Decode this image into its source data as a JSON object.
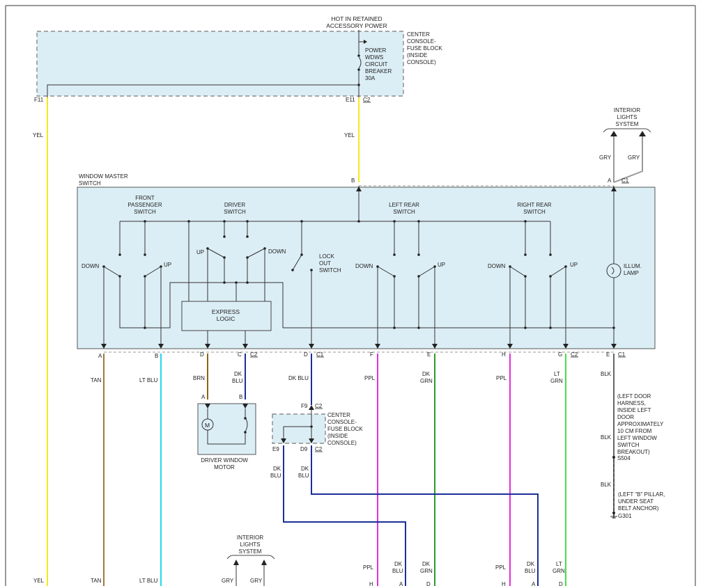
{
  "labels": {
    "hot1": "HOT IN RETAINED",
    "hot2": "ACCESSORY POWER",
    "fb1_1": "CENTER",
    "fb1_2": "CONSOLE-",
    "fb1_3": "FUSE BLOCK",
    "fb1_4": "(INSIDE",
    "fb1_5": "CONSOLE)",
    "cb1": "POWER",
    "cb2": "WDWS",
    "cb3": "CIRCUIT",
    "cb4": "BREAKER",
    "cb5": "30A",
    "f11": "F11",
    "e11": "E11",
    "c1": "C1",
    "c2": "C2",
    "ils1": "INTERIOR",
    "ils2": "LIGHTS",
    "ils3": "SYSTEM",
    "wms1": "WINDOW MASTER",
    "wms2": "SWITCH",
    "fps1": "FRONT",
    "fps2": "PASSENGER",
    "fps3": "SWITCH",
    "ds1": "DRIVER",
    "ds2": "SWITCH",
    "lrs1": "LEFT REAR",
    "lrs2": "SWITCH",
    "rrs1": "RIGHT REAR",
    "rrs2": "SWITCH",
    "up": "UP",
    "down": "DOWN",
    "lo1": "LOCK",
    "lo2": "OUT",
    "lo3": "SWITCH",
    "el1": "EXPRESS",
    "el2": "LOGIC",
    "il1": "ILLUM.",
    "il2": "LAMP",
    "pin_a": "A",
    "pin_b": "B",
    "pin_c": "C",
    "pin_d": "D",
    "pin_e": "E",
    "pin_f": "F",
    "pin_g": "G",
    "pin_h": "H",
    "motor_m": "M",
    "dwm1": "DRIVER WINDOW",
    "dwm2": "MOTOR",
    "f9": "F9",
    "e9": "E9",
    "d9": "D9",
    "fb2_1": "CENTER",
    "fb2_2": "CONSOLE-",
    "fb2_3": "FUSE BLOCK",
    "fb2_4": "(INSIDE",
    "fb2_5": "CONSOLE)",
    "s504": "S504",
    "g301": "G301"
  },
  "wires": {
    "yel": "YEL",
    "gry": "GRY",
    "tan": "TAN",
    "lt_blu": "LT BLU",
    "brn": "BRN",
    "dk": "DK",
    "blu": "BLU",
    "dk_blu": "DK BLU",
    "ppl": "PPL",
    "grn": "GRN",
    "lt": "LT",
    "blk": "BLK"
  },
  "notes": {
    "n1": "(LEFT DOOR",
    "n2": "HARNESS,",
    "n3": "INSIDE LEFT",
    "n4": "DOOR",
    "n5": "APPROXIMATELY",
    "n6": "10 CM FROM",
    "n7": "LEFT WINDOW",
    "n8": "SWITCH",
    "n9": "BREAKOUT)",
    "g1": "(LEFT \"B\" PILLAR,",
    "g2": "UNDER SEAT",
    "g3": "BELT ANCHOR)"
  },
  "colors": {
    "yel": "#f4e81a",
    "tan": "#a07840",
    "lt_blu": "#22d8ee",
    "brn": "#8a6414",
    "dk_blu": "#1c2e9a",
    "ppl": "#e030d8",
    "dk_grn": "#2c9a2c",
    "lt_grn": "#44e044",
    "gry": "#999999",
    "component_fill": "#dceef5"
  }
}
